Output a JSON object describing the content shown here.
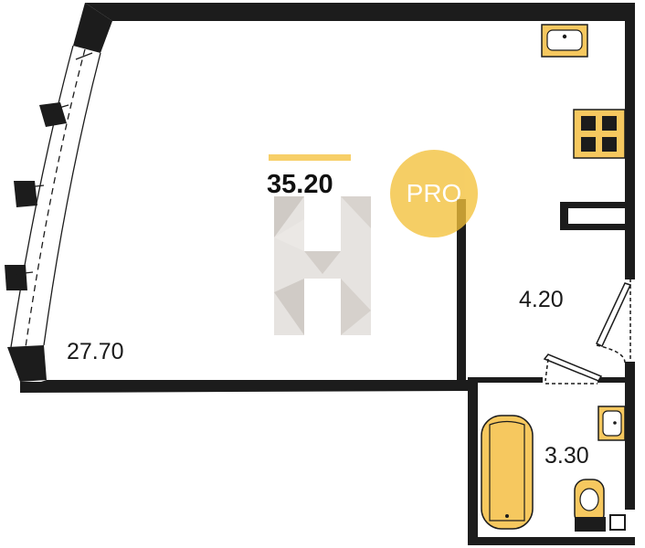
{
  "plan": {
    "total_area": "35.20",
    "rooms": [
      {
        "id": "living-room",
        "area": "27.70"
      },
      {
        "id": "hallway",
        "area": "4.20"
      },
      {
        "id": "bathroom",
        "area": "3.30"
      }
    ],
    "badge": "PRO"
  },
  "colors": {
    "wall": "#1c1c1c",
    "fixture_fill": "#f6c85f",
    "accent_bar": "#f7cf68",
    "badge": "#f3c13a",
    "logo_light": "#e4e1de",
    "logo_dark": "#c9c4bf"
  },
  "icons": [
    "sink-icon",
    "stove-icon",
    "bathtub-icon",
    "toilet-icon",
    "window-icon",
    "door-icon",
    "watermark-logo"
  ]
}
